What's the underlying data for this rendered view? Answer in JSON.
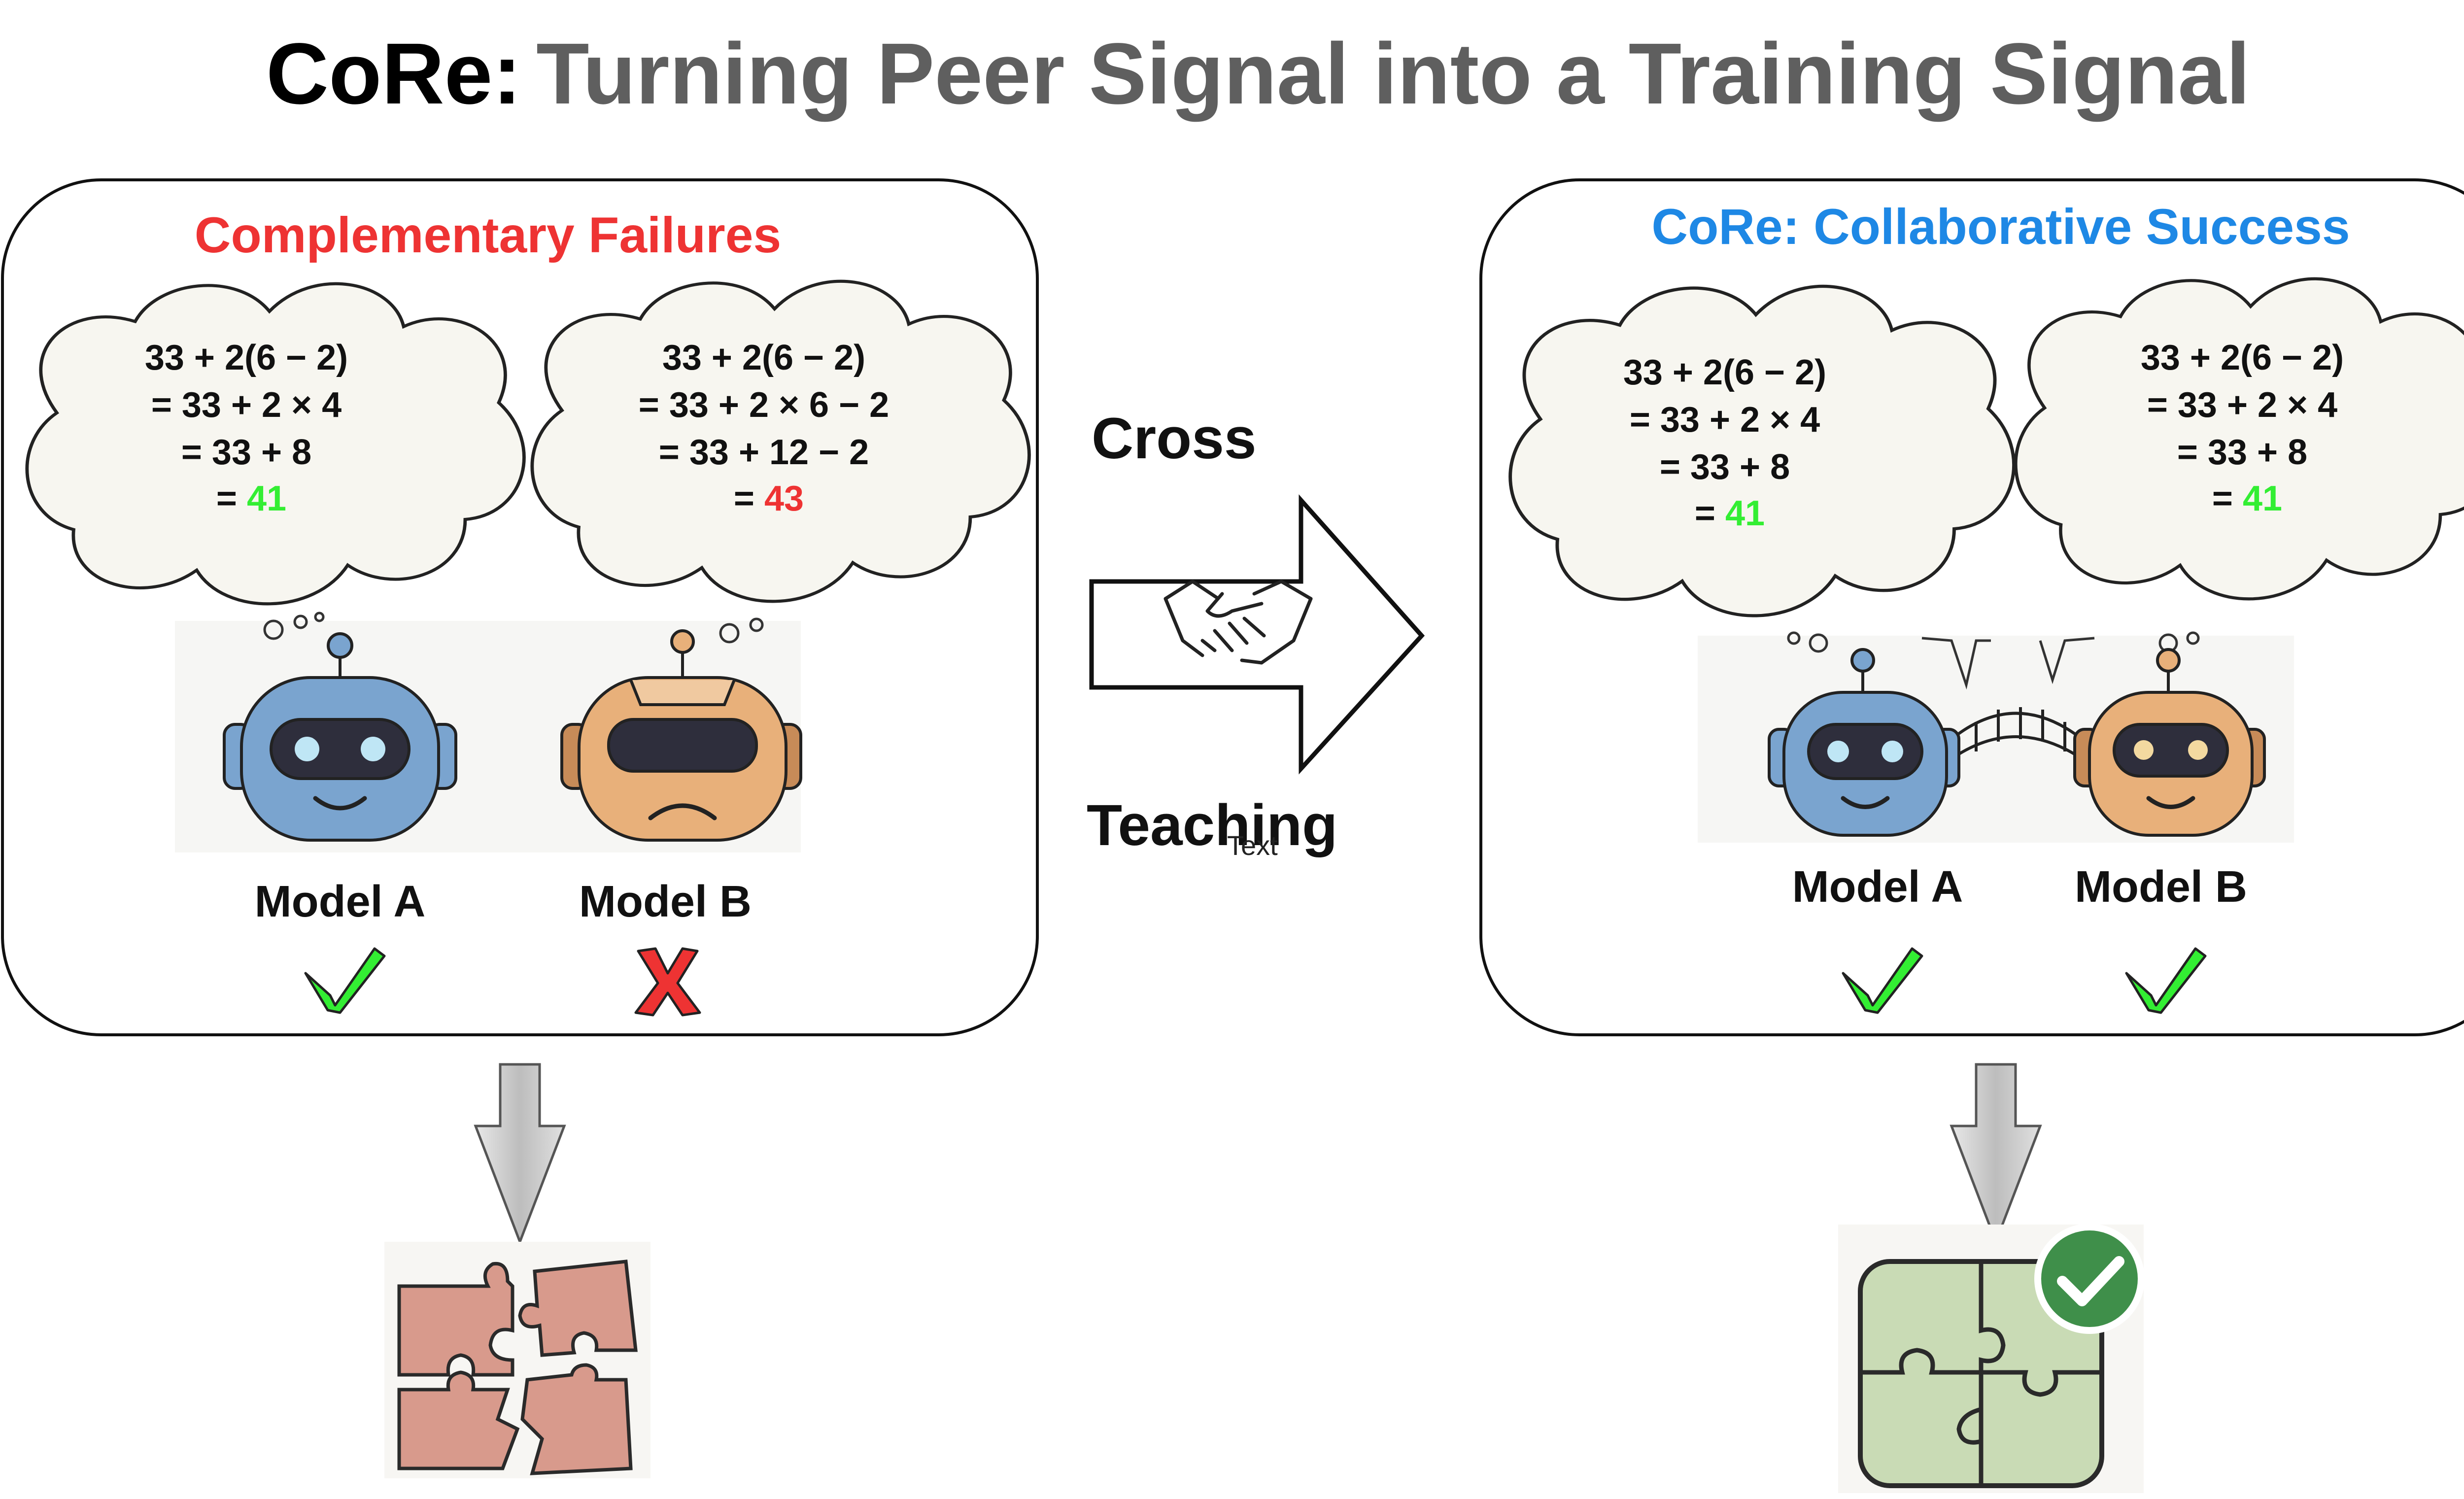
{
  "title": {
    "prefix": "CoRe:",
    "main": "Turning Peer Signal into a Training Signal"
  },
  "colors": {
    "title_prefix": "#000000",
    "title_main": "#5f5f5f",
    "failure": "#ee3333",
    "success_heading": "#1e88e5",
    "correct": "#33ee33",
    "wrong": "#ee3333",
    "cloud_fill": "#f7f6f0",
    "robot_a": "#7aa4cf",
    "robot_b": "#e8b07a"
  },
  "left_panel": {
    "heading": "Complementary Failures",
    "clouds": [
      {
        "lines": [
          "33 + 2(6 − 2)",
          "= 33 + 2 × 4",
          "= 33 + 8"
        ],
        "answer_prefix": "= ",
        "answer": "41",
        "answer_status": "correct"
      },
      {
        "lines": [
          "33 + 2(6 − 2)",
          "= 33 + 2 × 6 − 2",
          "= 33 + 12 − 2"
        ],
        "answer_prefix": "= ",
        "answer": "43",
        "answer_status": "wrong"
      }
    ],
    "model_a": "Model A",
    "model_b": "Model B",
    "model_a_mark": "check-icon",
    "model_b_mark": "cross-icon",
    "result_icon": "broken-puzzle-icon"
  },
  "center": {
    "top_label": "Cross",
    "bottom_label": "Teaching",
    "overlay_label": "Text",
    "icon": "handshake-icon"
  },
  "right_panel": {
    "heading": "CoRe: Collaborative Success",
    "clouds": [
      {
        "lines": [
          "33 + 2(6 − 2)",
          "= 33 + 2 × 4",
          "= 33 + 8"
        ],
        "answer_prefix": "= ",
        "answer": "41",
        "answer_status": "correct"
      },
      {
        "lines": [
          "33 + 2(6 − 2)",
          "= 33 + 2 × 4",
          "= 33 + 8"
        ],
        "answer_prefix": "= ",
        "answer": "41",
        "answer_status": "correct"
      }
    ],
    "model_a": "Model A",
    "model_b": "Model B",
    "model_a_mark": "check-icon",
    "model_b_mark": "check-icon",
    "result_icon": "complete-puzzle-icon"
  }
}
